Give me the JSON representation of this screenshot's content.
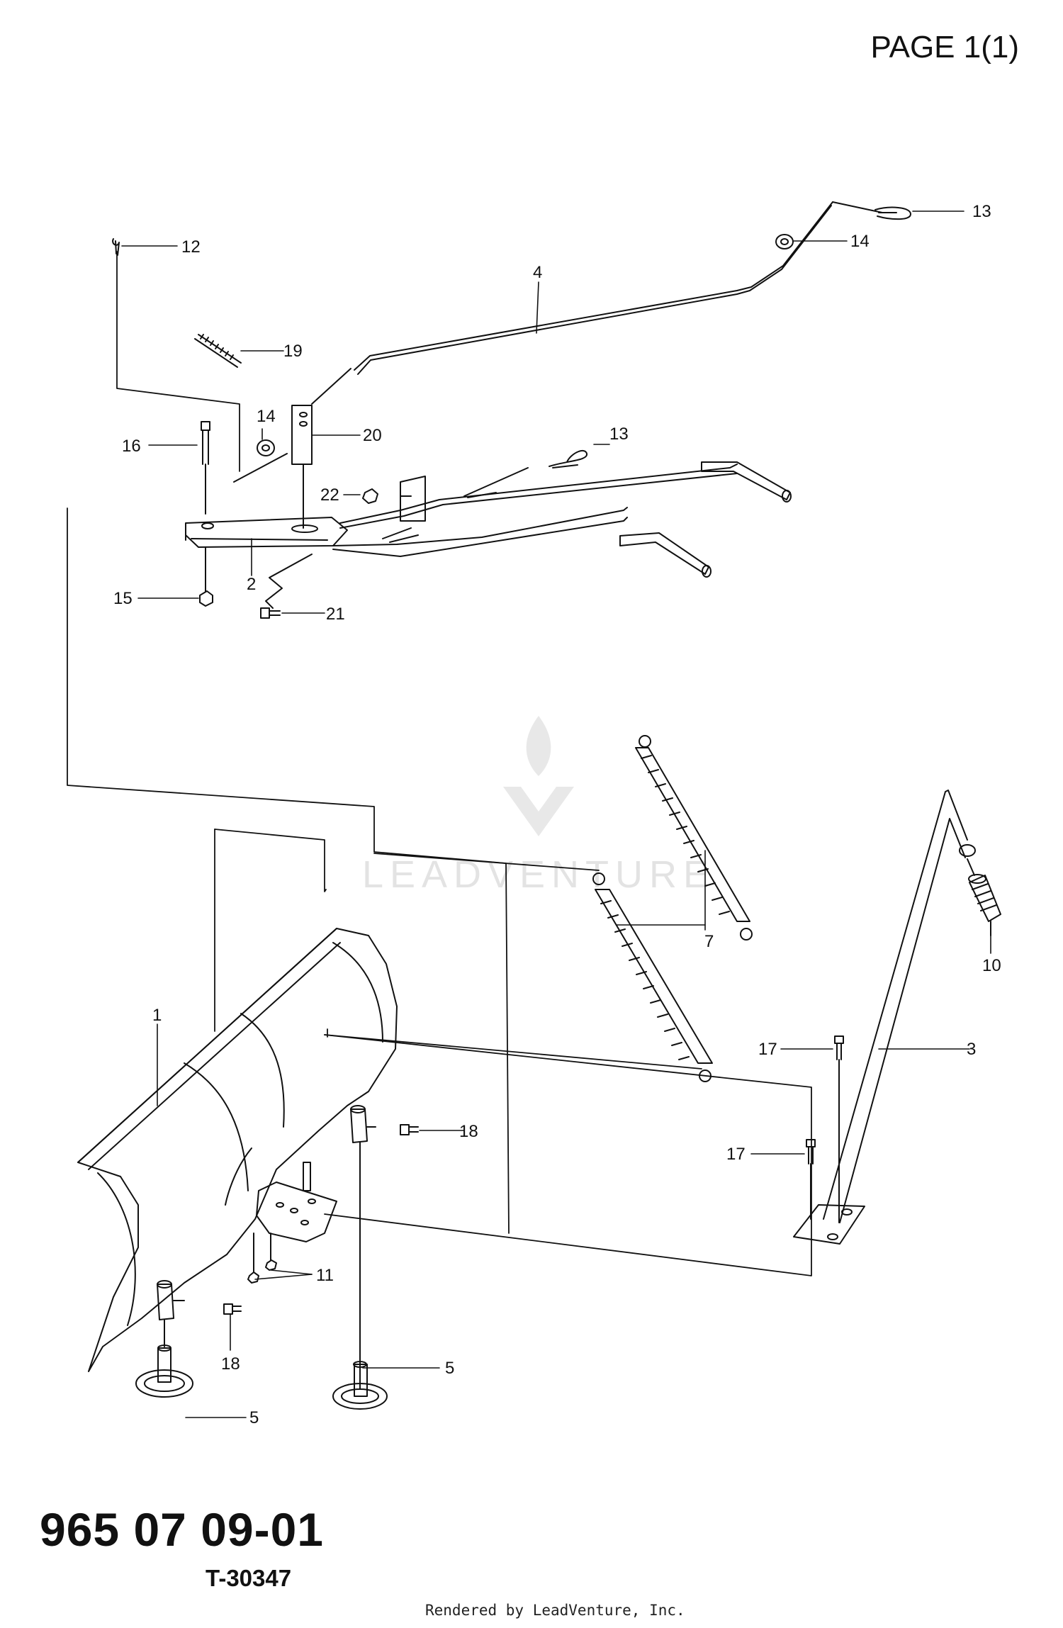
{
  "header": {
    "page_label": "PAGE 1(1)"
  },
  "footer": {
    "part_number": "965 07 09-01",
    "drawing_id": "T-30347",
    "rendered_by": "Rendered by LeadVenture, Inc."
  },
  "watermark": {
    "text": "LEADVENTURE"
  },
  "callouts": {
    "c1": "1",
    "c2": "2",
    "c3": "3",
    "c4": "4",
    "c5a": "5",
    "c5b": "5",
    "c7": "7",
    "c10": "10",
    "c11": "11",
    "c12": "12",
    "c13a": "13",
    "c13b": "13",
    "c14a": "14",
    "c14b": "14",
    "c15": "15",
    "c16": "16",
    "c17a": "17",
    "c17b": "17",
    "c18a": "18",
    "c18b": "18",
    "c19": "19",
    "c20": "20",
    "c21": "21",
    "c22": "22"
  },
  "colors": {
    "line": "#111111",
    "watermark": "#333333"
  }
}
